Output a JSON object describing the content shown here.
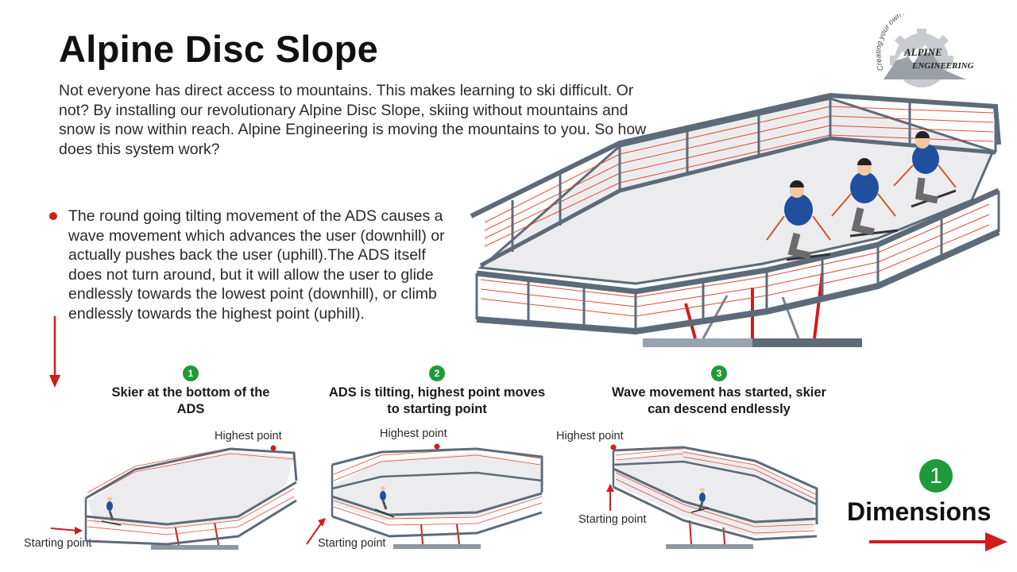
{
  "title": "Alpine Disc Slope",
  "intro": "Not everyone has direct access to mountains. This makes learning to ski difficult. Or not? By installing our revolutionary Alpine Disc Slope, skiing without mountains and snow is now within reach. Alpine Engineering is moving the mountains to you. So how does this system work?",
  "bullet": "The round going tilting movement of the ADS causes a wave movement which advances the user (downhill) or actually pushes back the user (uphill).The ADS itself does not turn around, but it will allow the user to glide endlessly towards the lowest point (downhill), or climb endlessly towards the highest point (uphill).",
  "logo": {
    "tagline": "Creating your own Alps",
    "line1": "ALPINE",
    "line2": "ENGINEERING"
  },
  "steps": [
    {
      "num": "1",
      "title": "Skier at the bottom of the ADS",
      "highest_label": "Highest point",
      "start_label": "Starting point"
    },
    {
      "num": "2",
      "title": "ADS is tilting, highest point moves to starting point",
      "highest_label": "Highest point",
      "start_label": "Starting point"
    },
    {
      "num": "3",
      "title": "Wave movement has started, skier can descend endlessly",
      "highest_label": "Highest point",
      "start_label": "Starting point"
    }
  ],
  "next": {
    "num": "1",
    "label": "Dimensions"
  },
  "colors": {
    "accent_red": "#d11c1c",
    "step_green": "#1e9a3a",
    "frame": "#5d6b78",
    "rail": "#e04a36"
  }
}
